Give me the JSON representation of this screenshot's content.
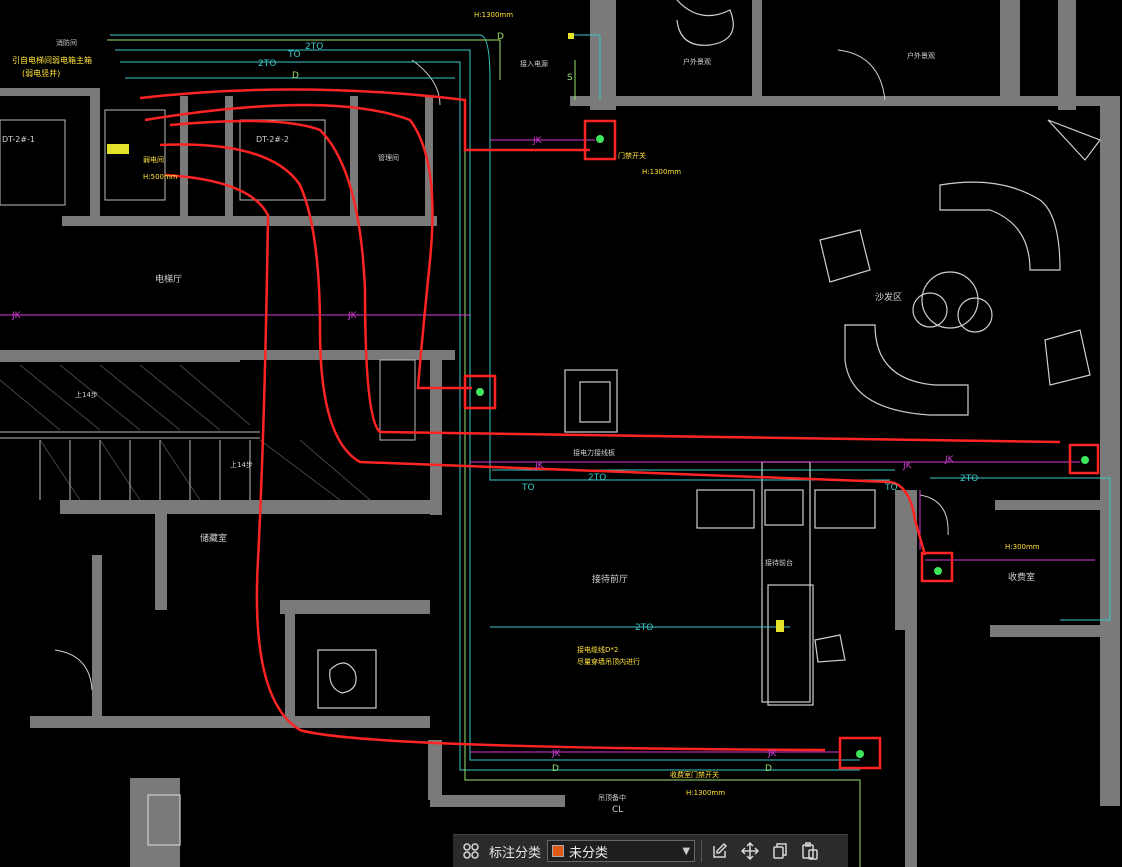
{
  "toolbar": {
    "grid_icon": "grid-icon",
    "category_label": "标注分类",
    "category_value": "未分类",
    "category_color": "#e05a17",
    "tool_icons": [
      "edit-icon",
      "move-icon",
      "copy-icon",
      "paste-icon"
    ]
  },
  "drawing": {
    "rooms": {
      "elevator_hall": "电梯厅",
      "storage": "储藏室",
      "reception_hall": "接待前厅",
      "reception_desk": "接待前台",
      "sofa_area": "沙发区",
      "charging_room": "收费室",
      "mgmt_room": "管理间",
      "outdoor_view": "户外景观",
      "outdoor_view_2": "户外景观"
    },
    "line_codes": {
      "jk": "JK",
      "d": "D",
      "tv": "TO",
      "tv2": "2TO",
      "s": "S",
      "cl": "CL"
    },
    "notes": {
      "lift_note_1": "引自电梯间弱电箱主箱",
      "lift_note_2": "(弱电竖井)",
      "height_1": "H:1300mm",
      "height_2": "H:1300mm",
      "height_3": "H:300mm",
      "height_4": "H:500mm",
      "height_5": "H:1300mm",
      "magnet_note": "门禁开关",
      "side_note_1": "弱电间",
      "stair_up_1": "上14步",
      "stair_up_2": "上14步",
      "note_fire": "消防间",
      "note_cable": "接电缆线D*2",
      "note_cable_2": "尽量穿墙吊顶内进行",
      "note_door": "收费室门禁开关",
      "note_hall_power": "接入电源",
      "note_ceiling": "吊顶备中",
      "note_hall_board": "接电力接线板",
      "note_dt": "DT-2#-1",
      "note_dt2": "DT-2#-2"
    }
  }
}
